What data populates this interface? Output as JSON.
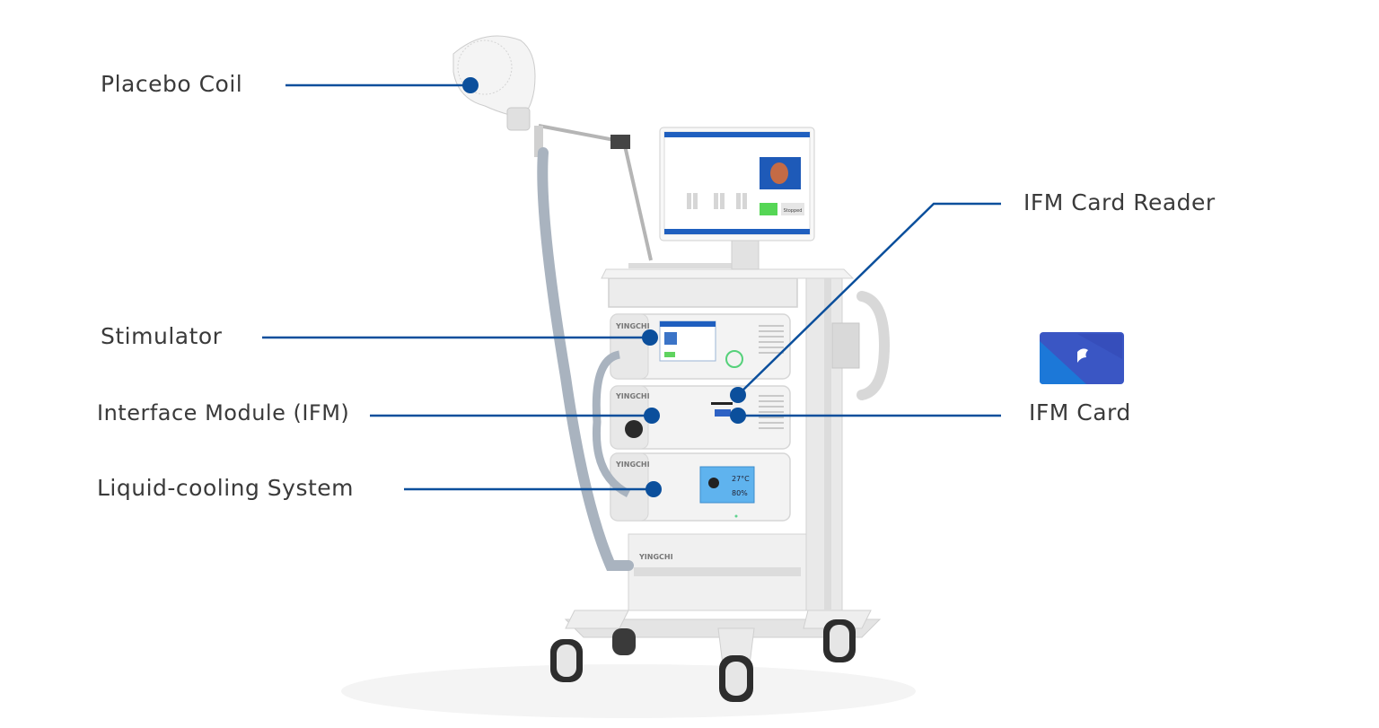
{
  "diagram": {
    "subject": "Transcranial magnetic stimulation cart system",
    "brand": "YINGCHI",
    "accent_color": "#0b4f9c",
    "callouts": {
      "placebo_coil": "Placebo Coil",
      "stimulator": "Stimulator",
      "interface_module": "Interface Module (IFM)",
      "liquid_cooling": "Liquid-cooling System",
      "card_reader": "IFM Card Reader",
      "ifm_card": "IFM Card"
    },
    "device": {
      "cooling_display": {
        "temperature": "27°C",
        "level": "80%"
      },
      "monitor_status_button": "Stopped"
    }
  }
}
